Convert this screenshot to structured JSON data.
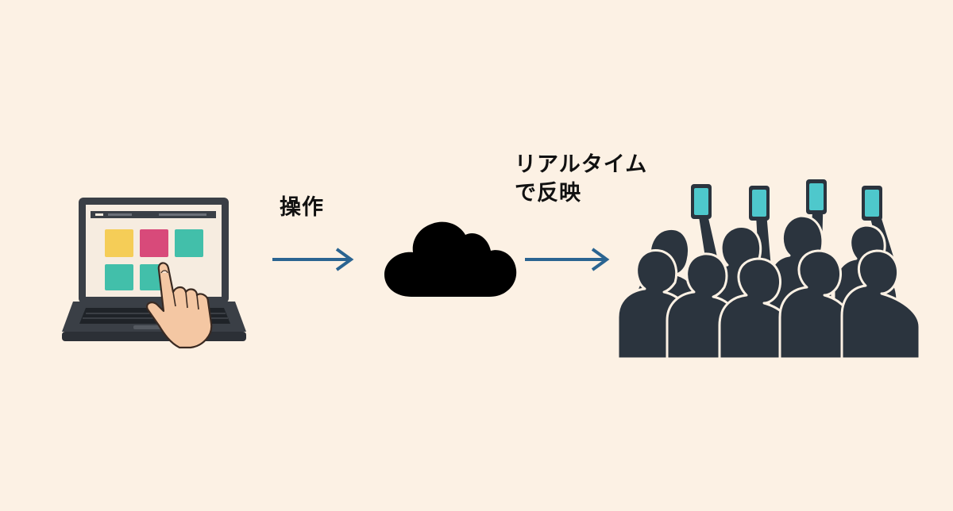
{
  "diagram": {
    "step1_label": "操作",
    "step2_label_line1": "リアルタイム",
    "step2_label_line2": "で反映",
    "nodes": [
      {
        "id": "laptop",
        "icon": "laptop-touch-icon"
      },
      {
        "id": "cloud",
        "icon": "cloud-icon"
      },
      {
        "id": "audience",
        "icon": "audience-phones-icon"
      }
    ],
    "colors": {
      "background": "#fcf1e4",
      "arrow": "#2a6491",
      "cloud": "#000000",
      "audience": "#2b343e",
      "phone_screen": "#4ec8cc",
      "tile_yellow": "#f5cd57",
      "tile_pink": "#d84a7a",
      "tile_teal": "#42bfaa",
      "laptop_body": "#3a3f46"
    }
  }
}
